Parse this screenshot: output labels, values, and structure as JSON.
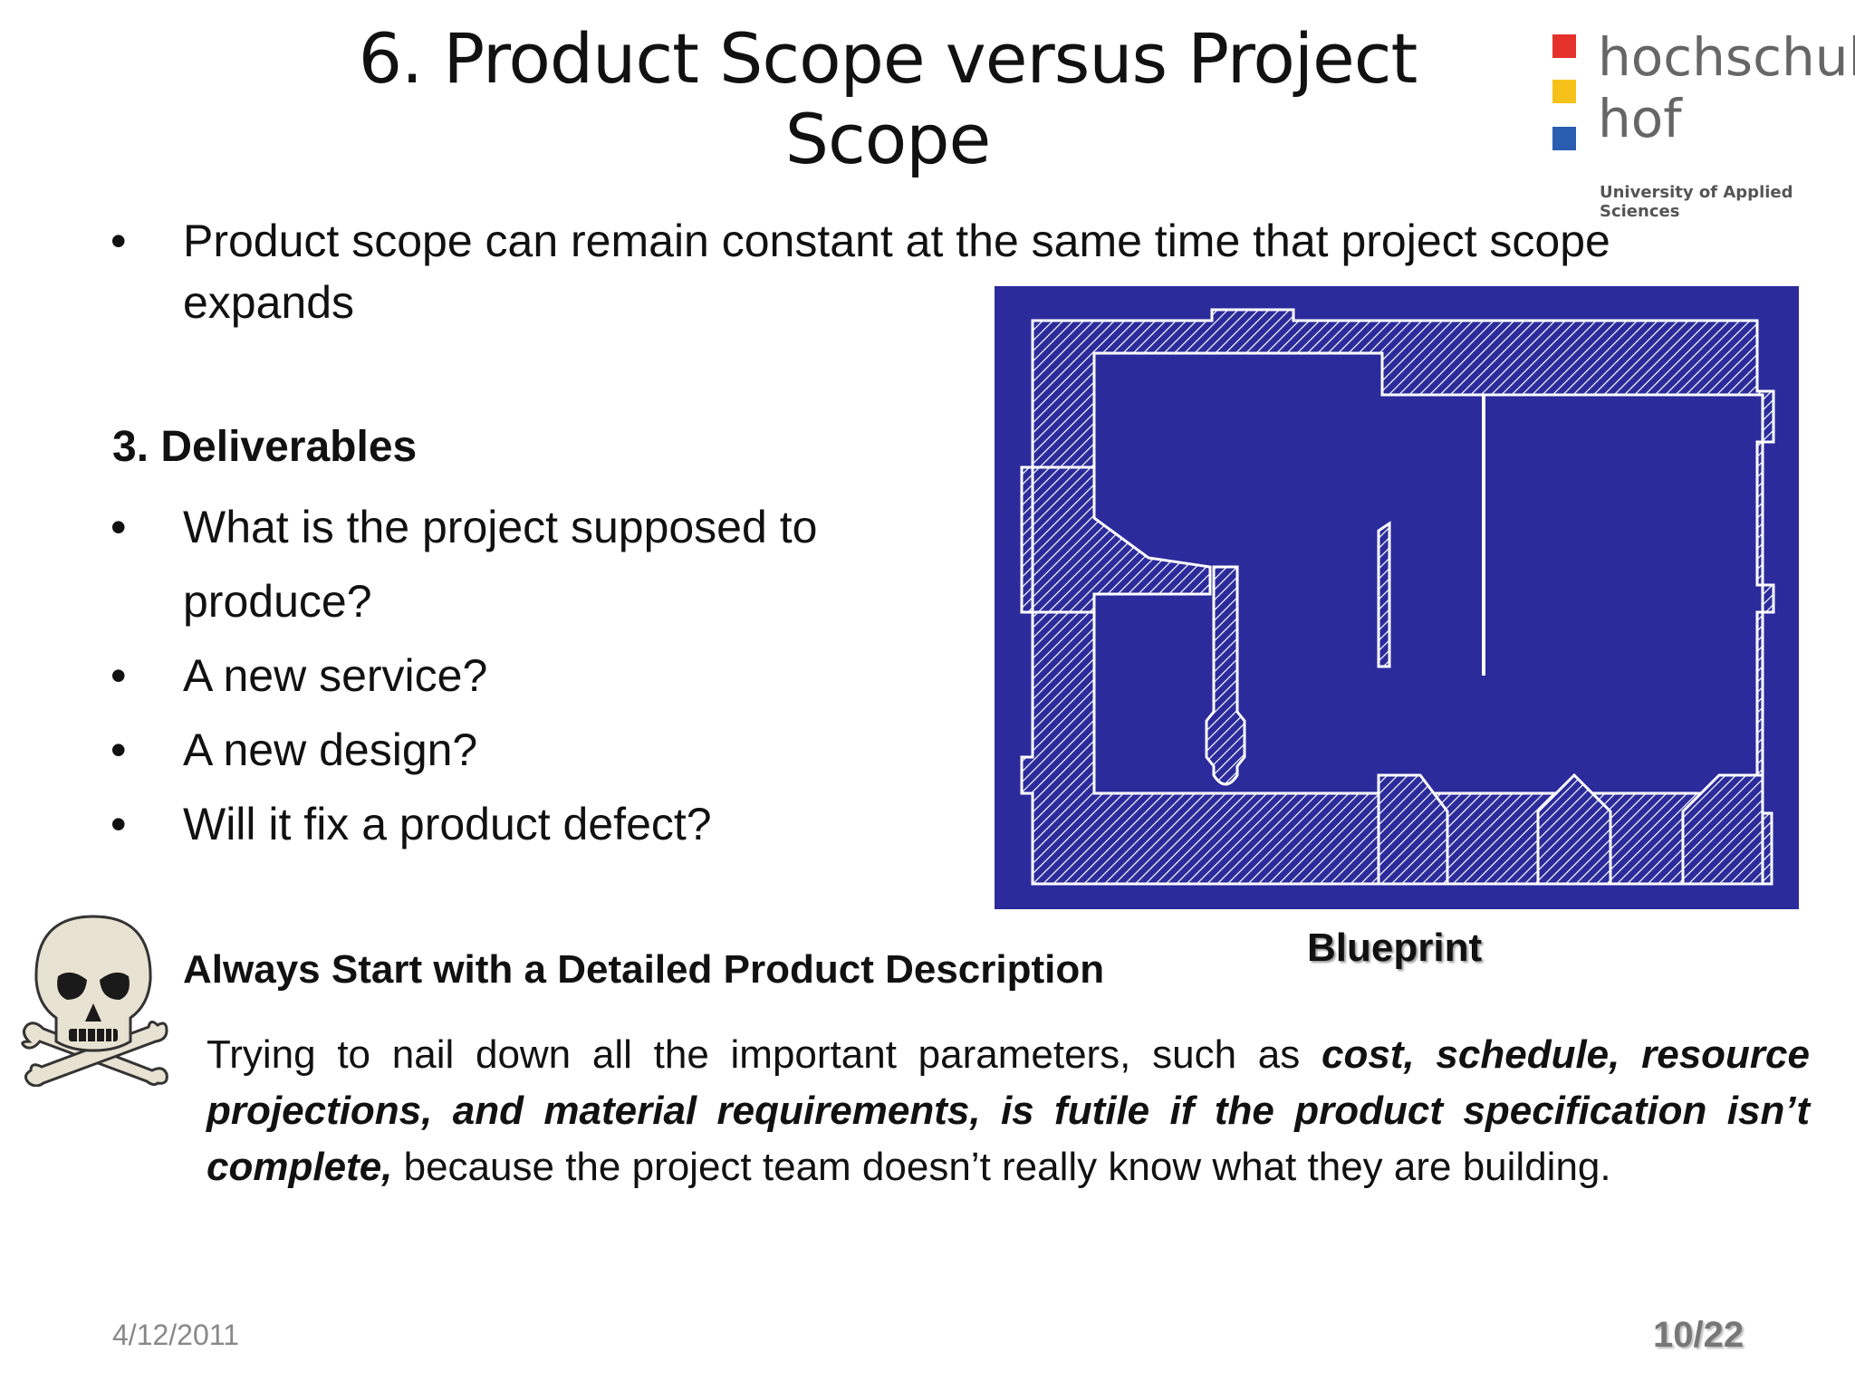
{
  "slide": {
    "title": "6. Product Scope versus Project Scope",
    "logo": {
      "line1": "hochschule",
      "line2": "hof",
      "tagline": "University of Applied Sciences",
      "colors": [
        "#e4322b",
        "#f6c21a",
        "#2a5db0"
      ]
    },
    "intro_bullet": {
      "line1": "Product scope can remain constant at the same time that project scope",
      "line2": "expands"
    },
    "section_heading": "3. Deliverables",
    "bullets": [
      {
        "line1": "What is the project supposed to",
        "line2": " produce?"
      },
      {
        "line1": "A new service?"
      },
      {
        "line1": "A new design?"
      },
      {
        "line1": "Will it fix a product defect?"
      }
    ],
    "bullet_symbol": "•",
    "figure": {
      "caption": "Blueprint",
      "background": "#2b2b9b"
    },
    "callout": {
      "icon": "skull-crossbones-icon",
      "heading": "Always Start with a Detailed Product Description",
      "text_plain_1": "Trying to nail down all the important parameters, such as ",
      "text_emph": "cost, schedule, resource projections, and material requirements, is futile if the product specification isn’t complete,",
      "text_plain_2": " because the project team doesn’t really know what they are building."
    },
    "footer": {
      "date": "4/12/2011",
      "page": "10/22"
    }
  }
}
